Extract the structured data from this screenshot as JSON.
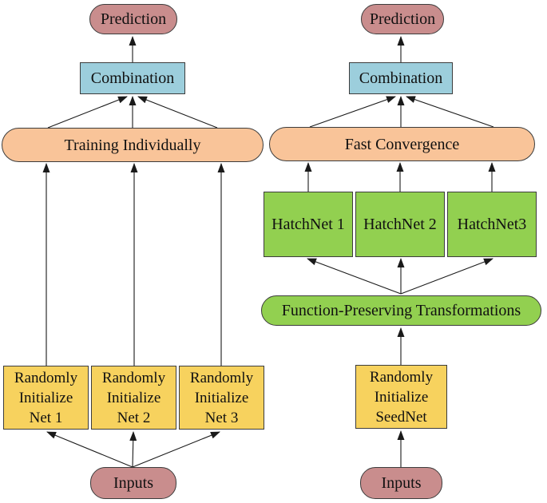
{
  "diagram": {
    "left": {
      "prediction": "Prediction",
      "combination": "Combination",
      "training": "Training Individually",
      "nets": [
        {
          "line1": "Randomly",
          "line2": "Initialize",
          "line3": "Net 1"
        },
        {
          "line1": "Randomly",
          "line2": "Initialize",
          "line3": "Net 2"
        },
        {
          "line1": "Randomly",
          "line2": "Initialize",
          "line3": "Net 3"
        }
      ],
      "inputs": "Inputs"
    },
    "right": {
      "prediction": "Prediction",
      "combination": "Combination",
      "fast_convergence": "Fast Convergence",
      "hatchnets": [
        "HatchNet 1",
        "HatchNet 2",
        "HatchNet3"
      ],
      "fpt": "Function-Preserving Transformations",
      "seednet": {
        "line1": "Randomly",
        "line2": "Initialize",
        "line3": "SeedNet"
      },
      "inputs": "Inputs"
    },
    "colors": {
      "node_pink": "#C98D8D",
      "node_blue": "#9CCEDC",
      "node_orange": "#F9C499",
      "node_yellow": "#F7D25E",
      "node_green": "#92D050",
      "border": "#3c3c3c",
      "arrow": "#1a1a1a"
    }
  }
}
